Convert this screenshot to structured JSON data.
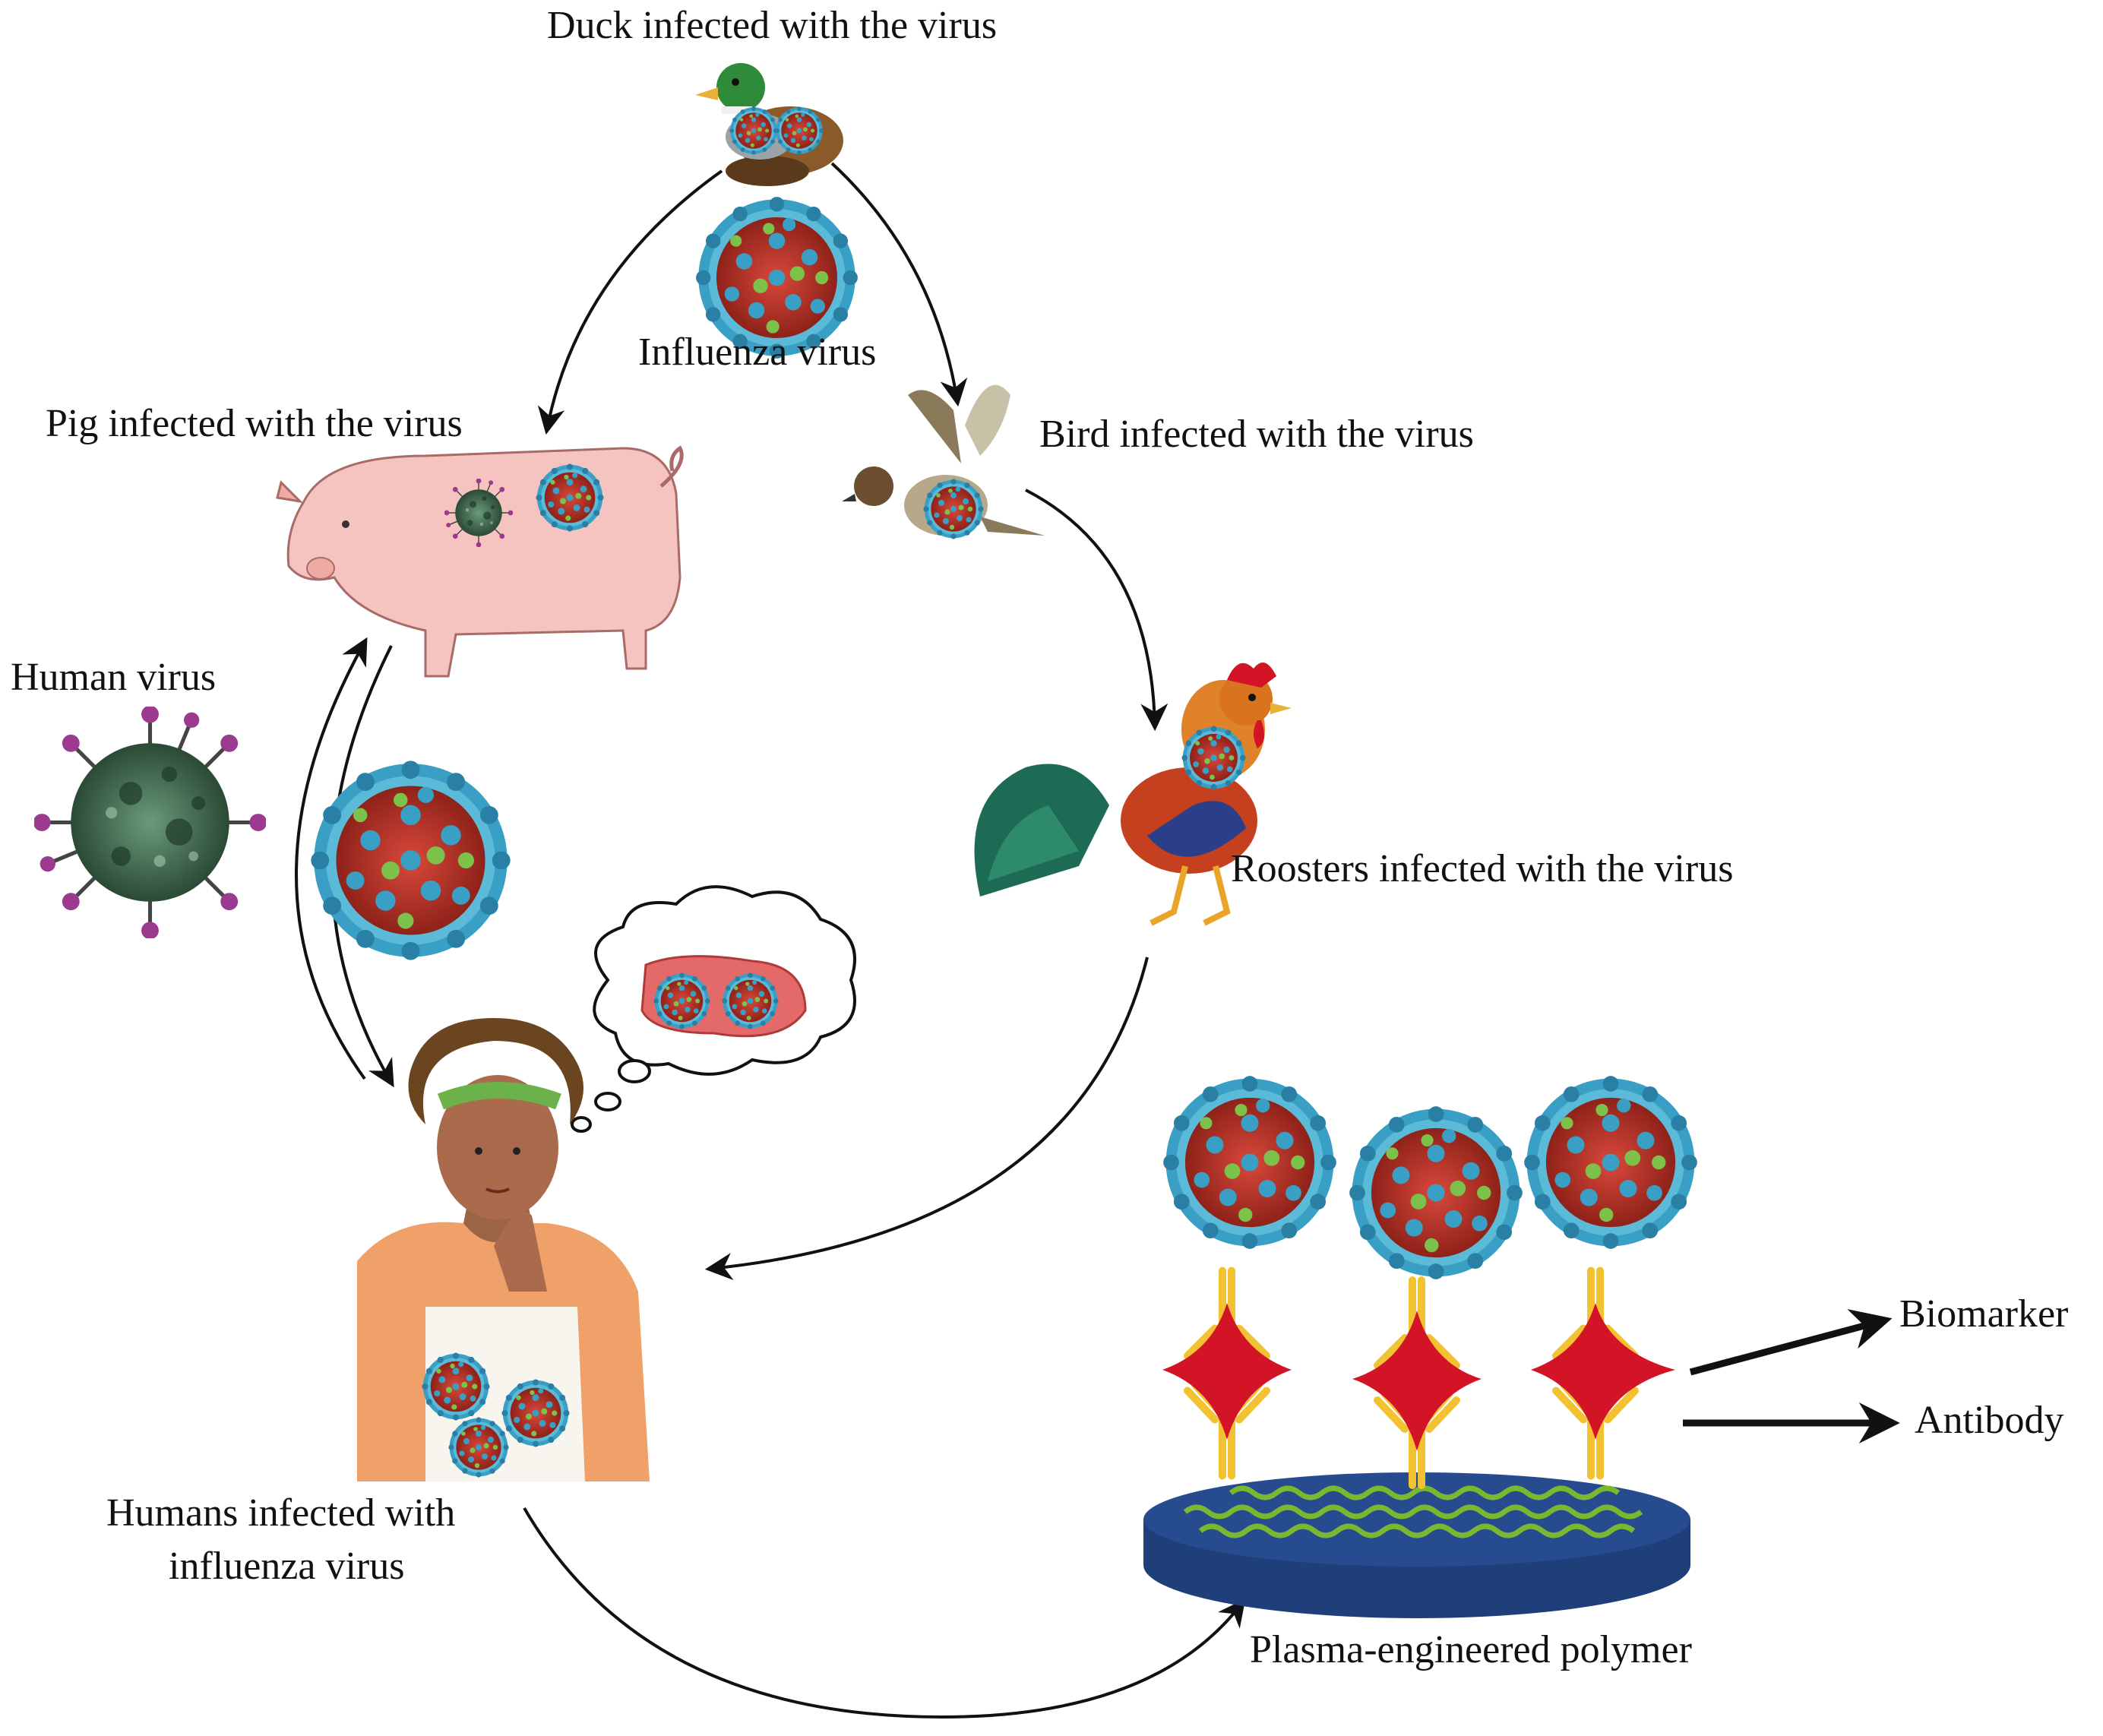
{
  "labels": {
    "duck": "Duck infected with the virus",
    "influenza": "Influenza virus",
    "pig": "Pig infected with the virus",
    "bird": "Bird infected with the virus",
    "human_virus": "Human virus",
    "roosters": "Roosters infected with the virus",
    "humans_line1": "Humans infected with",
    "humans_line2": "influenza virus",
    "biomarker": "Biomarker",
    "antibody": "Antibody",
    "polymer": "Plasma-engineered polymer"
  },
  "icons": [
    "duck-icon",
    "influenza-virus-icon",
    "pig-icon",
    "bird-icon",
    "human-virus-icon",
    "rooster-icon",
    "woman-icon",
    "thought-bubble-meat-icon",
    "antibody-icon",
    "biomarker-icon",
    "polymer-disc-icon"
  ],
  "colors": {
    "virus_core": "#b8332a",
    "virus_spike": "#3a9fc4",
    "virus_green": "#7cc24a",
    "human_virus": "#3d6b4e",
    "human_virus_spike": "#9b3b8f",
    "antibody": "#f2c233",
    "biomarker": "#d21426",
    "polymer_top": "#1f3f7a",
    "polymer_wave": "#7ab832",
    "arrow": "#111111"
  }
}
